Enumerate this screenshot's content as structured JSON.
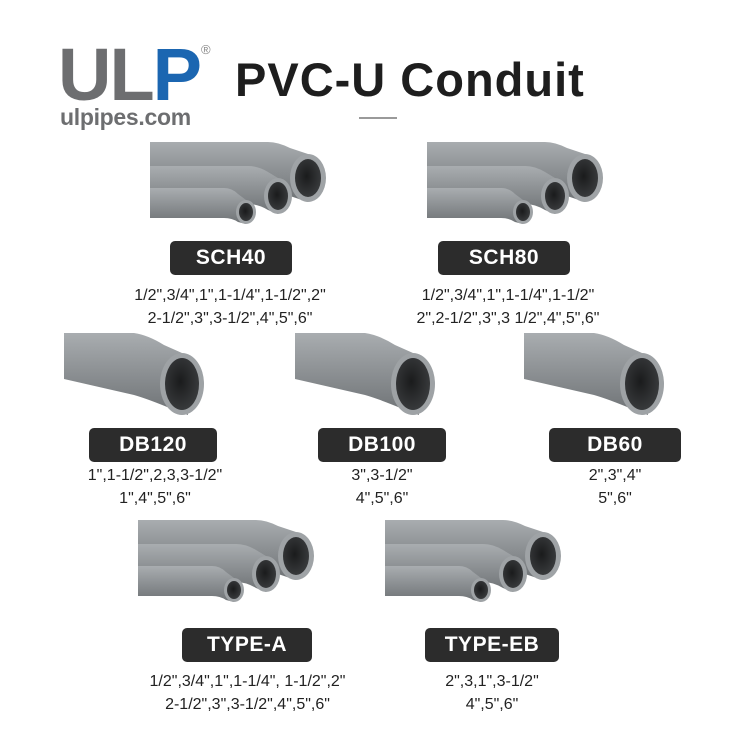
{
  "brand": {
    "logo_text": "ULP",
    "logo_mark": "®",
    "website": "ulpipes.com"
  },
  "title": "PVC-U Conduit",
  "colors": {
    "brand_blue": "#1b66b1",
    "brand_gray": "#6d6e70",
    "badge_bg": "#2c2c2c",
    "pipe_gray": "#8f9396"
  },
  "products": [
    {
      "label": "SCH40",
      "sizes": [
        "1/2\",3/4\",1\",1-1/4\",1-1/2\",2\"",
        "2-1/2\",3\",3-1/2\",4\",5\",6\""
      ],
      "image": "pipe-bundle-icon"
    },
    {
      "label": "SCH80",
      "sizes": [
        "1/2\",3/4\",1\",1-1/4\",1-1/2\"",
        "2\",2-1/2\",3\",3 1/2\",4\",5\",6\""
      ],
      "image": "pipe-bundle-icon"
    },
    {
      "label": "DB120",
      "sizes": [
        "1\",1-1/2\",2,3,3-1/2\"",
        "1\",4\",5\",6\""
      ],
      "image": "single-pipe-icon"
    },
    {
      "label": "DB100",
      "sizes": [
        "3\",3-1/2\"",
        "4\",5\",6\""
      ],
      "image": "single-pipe-icon"
    },
    {
      "label": "DB60",
      "sizes": [
        "2\",3\",4\"",
        "5\",6\""
      ],
      "image": "single-pipe-icon"
    },
    {
      "label": "TYPE-A",
      "sizes": [
        "1/2\",3/4\",1\",1-1/4\", 1-1/2\",2\"",
        "2-1/2\",3\",3-1/2\",4\",5\",6\""
      ],
      "image": "pipe-bundle-icon"
    },
    {
      "label": "TYPE-EB",
      "sizes": [
        "2\",3,1\",3-1/2\"",
        "4\",5\",6\""
      ],
      "image": "pipe-bundle-icon"
    }
  ]
}
